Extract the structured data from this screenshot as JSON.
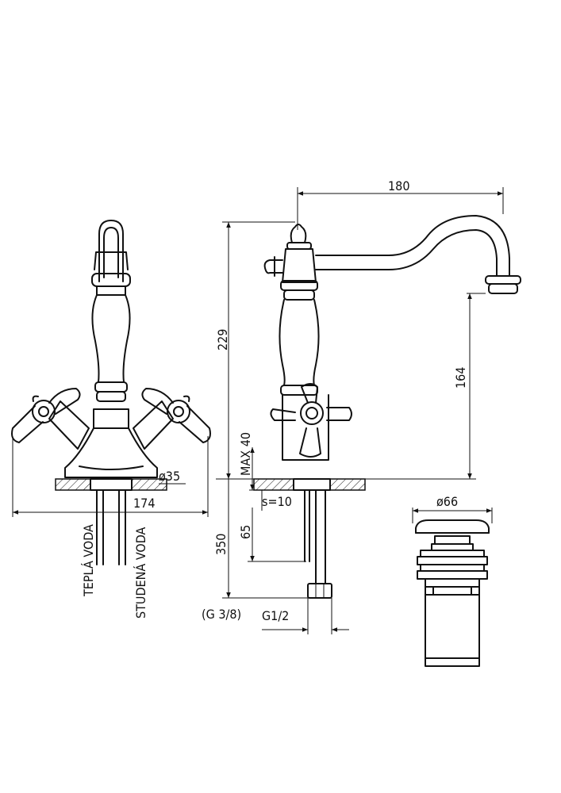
{
  "dimensions": {
    "spout_reach": "180",
    "total_height": "229",
    "spout_height": "164",
    "max_deck": "MAX 40",
    "hole_diameter": "ø35",
    "handle_span": "174",
    "hose_length": "350",
    "thread_length": "65",
    "wall_thickness": "s=10",
    "hose_thread": "(G 3/8)",
    "connector_thread": "G1/2",
    "waste_diameter": "ø66"
  },
  "labels": {
    "hot_water": "TEPLÁ VODA",
    "cold_water": "STUDENÁ VODA"
  },
  "colors": {
    "line": "#111111",
    "background": "#ffffff"
  }
}
